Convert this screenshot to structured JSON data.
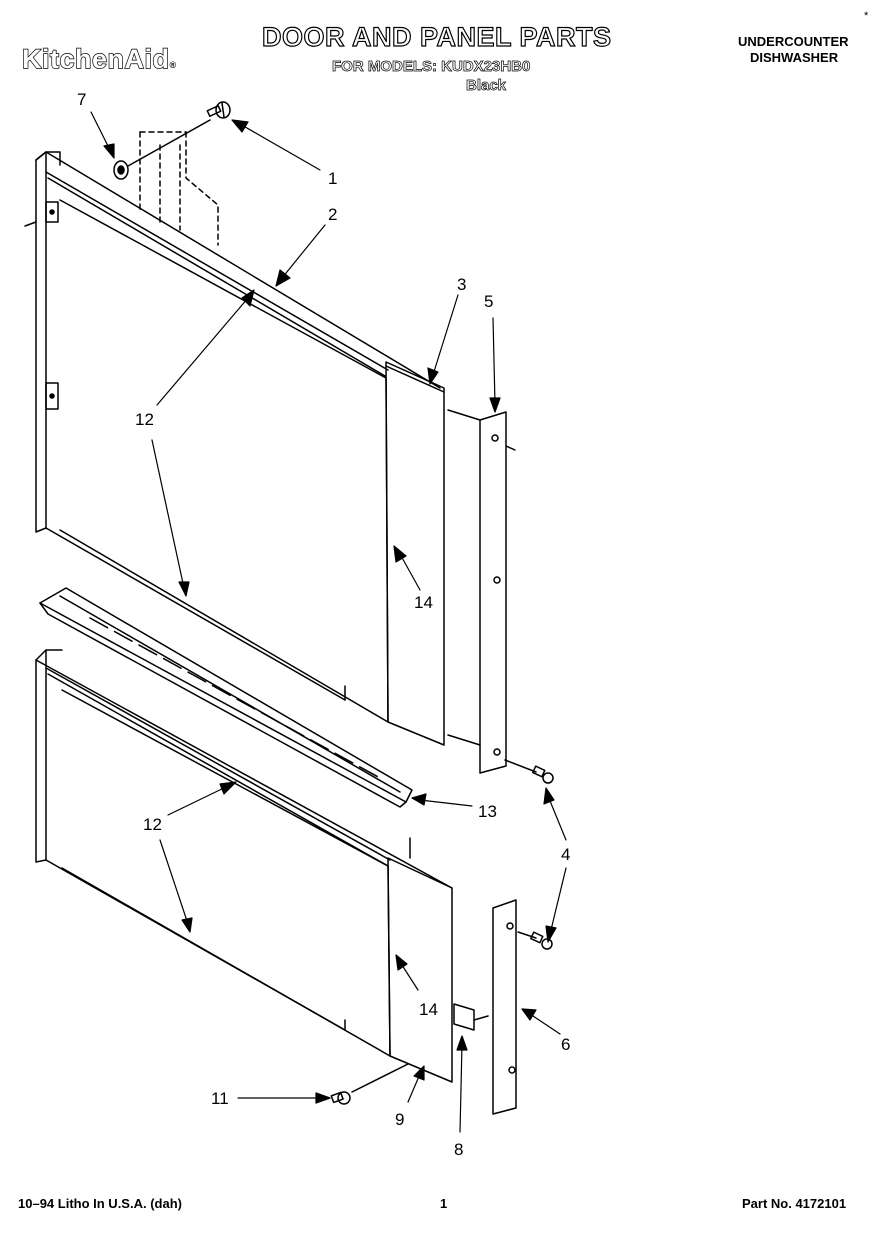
{
  "header": {
    "brand": "KitchenAid",
    "brand_mark": "®",
    "title": "DOOR AND PANEL PARTS",
    "models_line": "FOR MODELS: KUDX23HB0",
    "color": "Black",
    "product_line1": "UNDERCOUNTER",
    "product_line2": "DISHWASHER",
    "corner_mark": "*"
  },
  "callouts": {
    "c1": "1",
    "c2": "2",
    "c3": "3",
    "c4": "4",
    "c5": "5",
    "c6": "6",
    "c7": "7",
    "c8": "8",
    "c9": "9",
    "c11": "11",
    "c12a": "12",
    "c12b": "12",
    "c13": "13",
    "c14a": "14",
    "c14b": "14"
  },
  "footer": {
    "left": "10–94 Litho In U.S.A. (dah)",
    "page": "1",
    "part_no": "Part No. 4172101"
  }
}
